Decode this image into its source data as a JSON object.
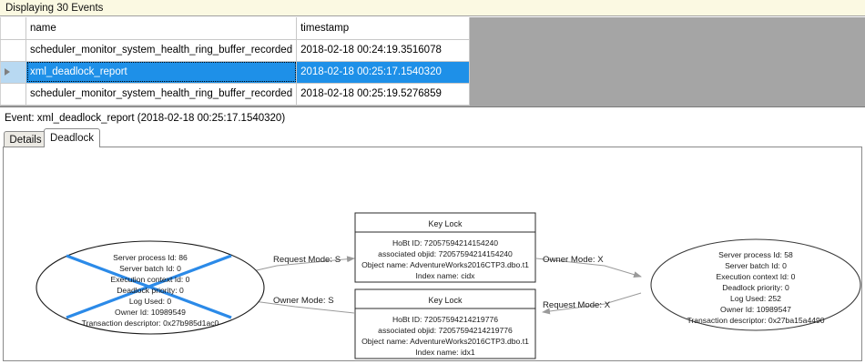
{
  "status": {
    "text": "Displaying 30 Events"
  },
  "grid": {
    "columns": [
      "",
      "name",
      "timestamp"
    ],
    "rows": [
      {
        "selector": "",
        "name": "scheduler_monitor_system_health_ring_buffer_recorded",
        "timestamp": "2018-02-18 00:24:19.3516078",
        "selected": false
      },
      {
        "selector": "row-pointer",
        "name": "xml_deadlock_report",
        "timestamp": "2018-02-18 00:25:17.1540320",
        "selected": true
      },
      {
        "selector": "",
        "name": "scheduler_monitor_system_health_ring_buffer_recorded",
        "timestamp": "2018-02-18 00:25:19.5276859",
        "selected": false
      }
    ]
  },
  "event": {
    "caption": "Event: xml_deadlock_report (2018-02-18 00:25:17.1540320)"
  },
  "tabs": [
    {
      "label": "Details",
      "active": false
    },
    {
      "label": "Deadlock",
      "active": true
    }
  ],
  "deadlock": {
    "processes": [
      {
        "id": "process-left",
        "victim": true,
        "lines": [
          "Server process Id: 86",
          "Server batch Id: 0",
          "Execution context Id: 0",
          "Deadlock priority: 0",
          "Log Used: 0",
          "Owner Id: 10989549",
          "Transaction descriptor: 0x27b985d1ac0"
        ]
      },
      {
        "id": "process-right",
        "victim": false,
        "lines": [
          "Server process Id: 58",
          "Server batch Id: 0",
          "Execution context Id: 0",
          "Deadlock priority: 0",
          "Log Used: 252",
          "Owner Id: 10989547",
          "Transaction descriptor: 0x27ba15a4490"
        ]
      }
    ],
    "resources": [
      {
        "id": "keylock-top",
        "title": "Key Lock",
        "lines": [
          "HoBt ID: 72057594214154240",
          "associated objid: 72057594214154240",
          "Object name: AdventureWorks2016CTP3.dbo.t1",
          "Index name: cidx"
        ]
      },
      {
        "id": "keylock-bottom",
        "title": "Key Lock",
        "lines": [
          "HoBt ID: 72057594214219776",
          "associated objid: 72057594214219776",
          "Object name: AdventureWorks2016CTP3.dbo.t1",
          "Index name: idx1"
        ]
      }
    ],
    "edges": [
      {
        "id": "edge-left-request",
        "label": "Request Mode: S"
      },
      {
        "id": "edge-right-owner",
        "label": "Owner Mode: X"
      },
      {
        "id": "edge-left-owner",
        "label": "Owner Mode: S"
      },
      {
        "id": "edge-right-request",
        "label": "Request Mode: X"
      }
    ]
  },
  "colors": {
    "status_bg": "#fbf9e2",
    "selection": "#1e90e8",
    "victim_cross": "#2b8ae8",
    "grid_empty": "#a5a5a5"
  }
}
